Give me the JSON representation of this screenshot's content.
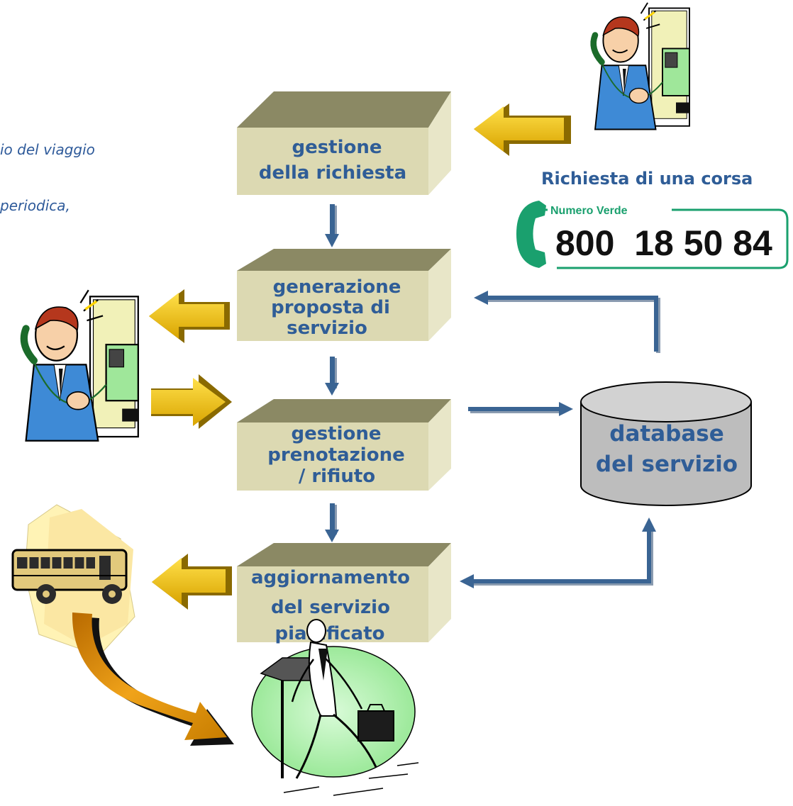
{
  "left_notes": [
    "io del viaggio",
    "periodica,"
  ],
  "boxes": {
    "b1": [
      "gestione",
      "della richiesta"
    ],
    "b2": [
      "generazione",
      "proposta di",
      "servizio"
    ],
    "b3": [
      "gestione",
      "prenotazione",
      "/ rifiuto"
    ],
    "b4": [
      "aggiornamento",
      "del servizio",
      "pianificato"
    ]
  },
  "database": [
    "database",
    "del servizio"
  ],
  "request": {
    "title": "Richiesta di una corsa",
    "numero_verde_label": "Numero Verde",
    "number": "800  18 50 84"
  },
  "colors": {
    "box_front": "#dcd9b2",
    "box_top": "#8b8964",
    "box_side": "#e8e6c8",
    "text_blue": "#2f5d97",
    "arrow_blue": "#3a6493",
    "gold_arrow": "#e9b800",
    "database_fill": "#bfbfbf",
    "numero_verde_green": "#1aa06e"
  },
  "icons": [
    "person-phoning-icon",
    "person-phoning-icon",
    "school-bus-icon",
    "running-businessman-icon",
    "phone-handset-icon"
  ]
}
